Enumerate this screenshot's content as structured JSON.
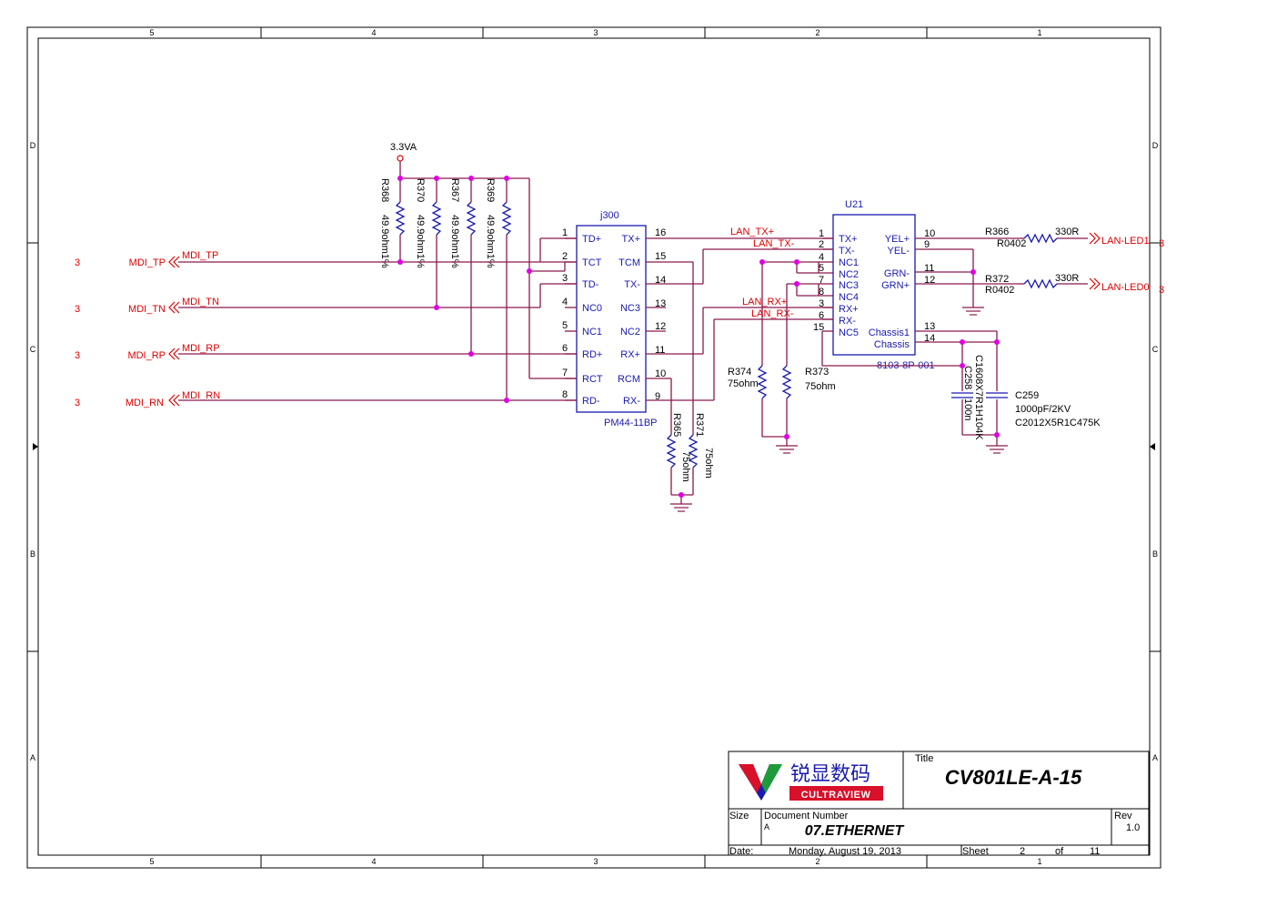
{
  "frame": {
    "columns": [
      "5",
      "4",
      "3",
      "2",
      "1"
    ],
    "rows": [
      "D",
      "C",
      "B",
      "A"
    ]
  },
  "power": {
    "rail": "3.3VA"
  },
  "pullups": [
    {
      "ref": "R368",
      "value": "49.9ohm1%"
    },
    {
      "ref": "R370",
      "value": "49.9ohm1%"
    },
    {
      "ref": "R367",
      "value": "49.9ohm1%"
    },
    {
      "ref": "R369",
      "value": "49.9ohm1%"
    }
  ],
  "mdi_nets": [
    {
      "sheet": "3",
      "port": "MDI_TP",
      "wire_label": "MDI_TP"
    },
    {
      "sheet": "3",
      "port": "MDI_TN",
      "wire_label": "MDI_TN"
    },
    {
      "sheet": "3",
      "port": "MDI_RP",
      "wire_label": "MDI_RP"
    },
    {
      "sheet": "3",
      "port": "MDI_RN",
      "wire_label": "MDI_RN"
    }
  ],
  "j300": {
    "ref": "j300",
    "part": "PM44-11BP",
    "left_pins": [
      {
        "num": "1",
        "name": "TD+"
      },
      {
        "num": "2",
        "name": "TCT"
      },
      {
        "num": "3",
        "name": "TD-"
      },
      {
        "num": "4",
        "name": "NC0"
      },
      {
        "num": "5",
        "name": "NC1"
      },
      {
        "num": "6",
        "name": "RD+"
      },
      {
        "num": "7",
        "name": "RCT"
      },
      {
        "num": "8",
        "name": "RD-"
      }
    ],
    "right_pins": [
      {
        "num": "16",
        "name": "TX+"
      },
      {
        "num": "15",
        "name": "TCM"
      },
      {
        "num": "14",
        "name": "TX-"
      },
      {
        "num": "13",
        "name": "NC3"
      },
      {
        "num": "12",
        "name": "NC2"
      },
      {
        "num": "11",
        "name": "RX+"
      },
      {
        "num": "10",
        "name": "RCM"
      },
      {
        "num": "9",
        "name": "RX-"
      }
    ]
  },
  "term_res": [
    {
      "ref": "R365",
      "value": "75ohm"
    },
    {
      "ref": "R371",
      "value": "75ohm"
    }
  ],
  "lan_nets": [
    "LAN_TX+",
    "LAN_TX-",
    "LAN_RX+",
    "LAN_RX-"
  ],
  "u21": {
    "ref": "U21",
    "part": "8103-8P-001",
    "left_pins": [
      {
        "num": "1",
        "name": "TX+"
      },
      {
        "num": "2",
        "name": "TX-"
      },
      {
        "num": "4",
        "name": "NC1"
      },
      {
        "num": "5",
        "name": "NC2"
      },
      {
        "num": "7",
        "name": "NC3"
      },
      {
        "num": "8",
        "name": "NC4"
      },
      {
        "num": "3",
        "name": "RX+"
      },
      {
        "num": "6",
        "name": "RX-"
      },
      {
        "num": "15",
        "name": "NC5"
      }
    ],
    "right_pins": [
      {
        "num": "10",
        "name": "YEL+"
      },
      {
        "num": "9",
        "name": "YEL-"
      },
      {
        "num": "11",
        "name": "GRN-"
      },
      {
        "num": "12",
        "name": "GRN+"
      },
      {
        "num": "13",
        "name": "Chassis1"
      },
      {
        "num": "14",
        "name": "Chassis"
      }
    ]
  },
  "bias_res": [
    {
      "ref": "R374",
      "value": "75ohm"
    },
    {
      "ref": "R373",
      "value": "75ohm"
    }
  ],
  "led_res": [
    {
      "ref": "R366",
      "pkg": "R0402",
      "value": "330R",
      "net": "LAN-LED1",
      "sheet": "3"
    },
    {
      "ref": "R372",
      "pkg": "R0402",
      "value": "330R",
      "net": "LAN-LED0",
      "sheet": "3"
    }
  ],
  "caps": {
    "c258": {
      "ref": "C258",
      "value": "100n",
      "pkg": "C1608X7R1H104K"
    },
    "c259": {
      "ref": "C259",
      "value": "1000pF/2KV",
      "pkg": "C2012X5R1C475K"
    }
  },
  "title_block": {
    "company_cn": "锐显数码",
    "company_en": "CULTRAVIEW",
    "title_label": "Title",
    "title": "CV801LE-A-15",
    "size_label": "Size",
    "size": "A",
    "docnum_label": "Document Number",
    "docnum": "07.ETHERNET",
    "rev_label": "Rev",
    "rev": "1.0",
    "date_label": "Date:",
    "date": "Monday, August 19, 2013",
    "sheet_label": "Sheet",
    "sheet": "2",
    "of_label": "of",
    "sheets": "11"
  },
  "colors": {
    "wire": "#8b1a4f",
    "part": "#1a1ab0",
    "net": "#e00000",
    "junction": "#e100e1",
    "logo_red": "#d8102a",
    "logo_green": "#1d9a3a",
    "logo_blue": "#1a1ab0"
  }
}
